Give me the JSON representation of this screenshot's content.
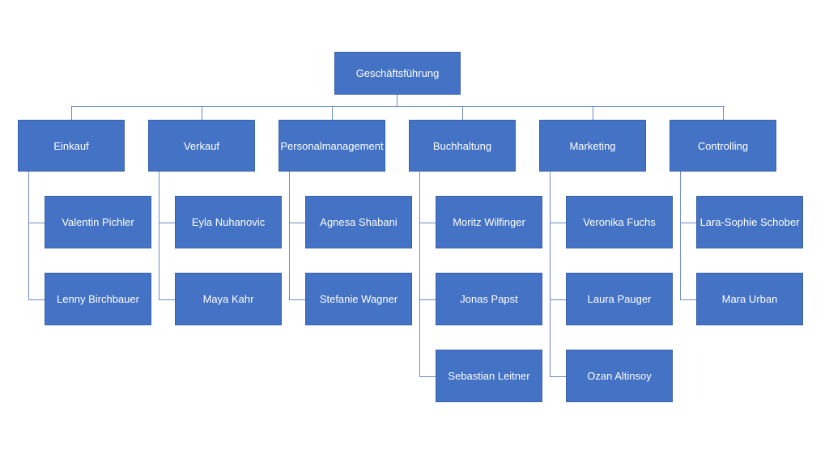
{
  "org_chart": {
    "root": {
      "label": "Geschäftsführung"
    },
    "colors": {
      "box_fill": "#4472c4",
      "box_text": "#ffffff",
      "connector": "#6d8bc6"
    },
    "departments": [
      {
        "label": "Einkauf",
        "members": [
          "Valentin Pichler",
          "Lenny Birchbauer"
        ]
      },
      {
        "label": "Verkauf",
        "members": [
          "Eyla Nuhanovic",
          "Maya Kahr"
        ]
      },
      {
        "label": "Personalmanagement",
        "members": [
          "Agnesa Shabani",
          "Stefanie Wagner"
        ]
      },
      {
        "label": "Buchhaltung",
        "members": [
          "Moritz Wilfinger",
          "Jonas Papst",
          "Sebastian Leitner"
        ]
      },
      {
        "label": "Marketing",
        "members": [
          "Veronika Fuchs",
          "Laura Pauger",
          "Ozan Altinsoy"
        ]
      },
      {
        "label": "Controlling",
        "members": [
          "Lara-Sophie Schober",
          "Mara Urban"
        ]
      }
    ]
  }
}
